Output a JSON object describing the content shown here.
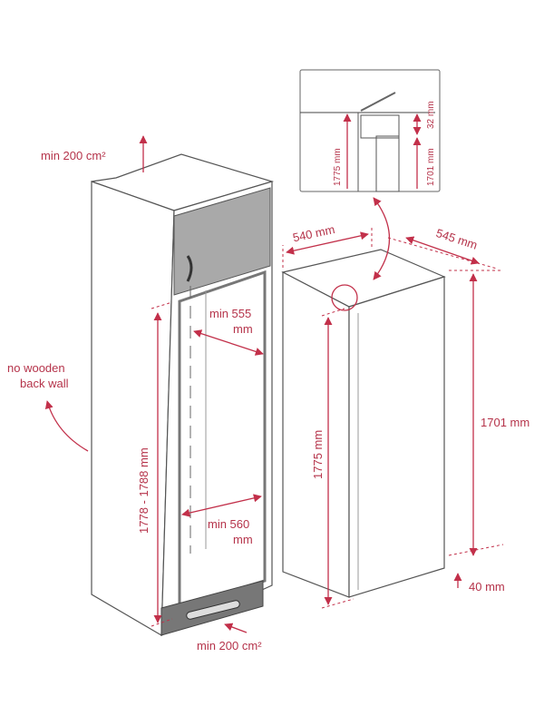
{
  "labels": {
    "top_vent": "min 200 cm²",
    "back_wall_1": "no wooden",
    "back_wall_2": "back wall",
    "min555_1": "min 555",
    "min555_2": "mm",
    "min560_1": "min 560",
    "min560_2": "mm",
    "niche_height": "1778 - 1788 mm",
    "bottom_vent": "min 200 cm²",
    "width": "540 mm",
    "depth": "545 mm",
    "fridge_height": "1775 mm",
    "height_1701": "1701 mm",
    "gap_40": "40 mm"
  },
  "inset": {
    "h1775": "1775 mm",
    "h1701": "1701 mm",
    "h32": "32 mm"
  },
  "colors": {
    "accent": "#c2304a",
    "line": "#555555",
    "door": "#a9a9a9"
  }
}
